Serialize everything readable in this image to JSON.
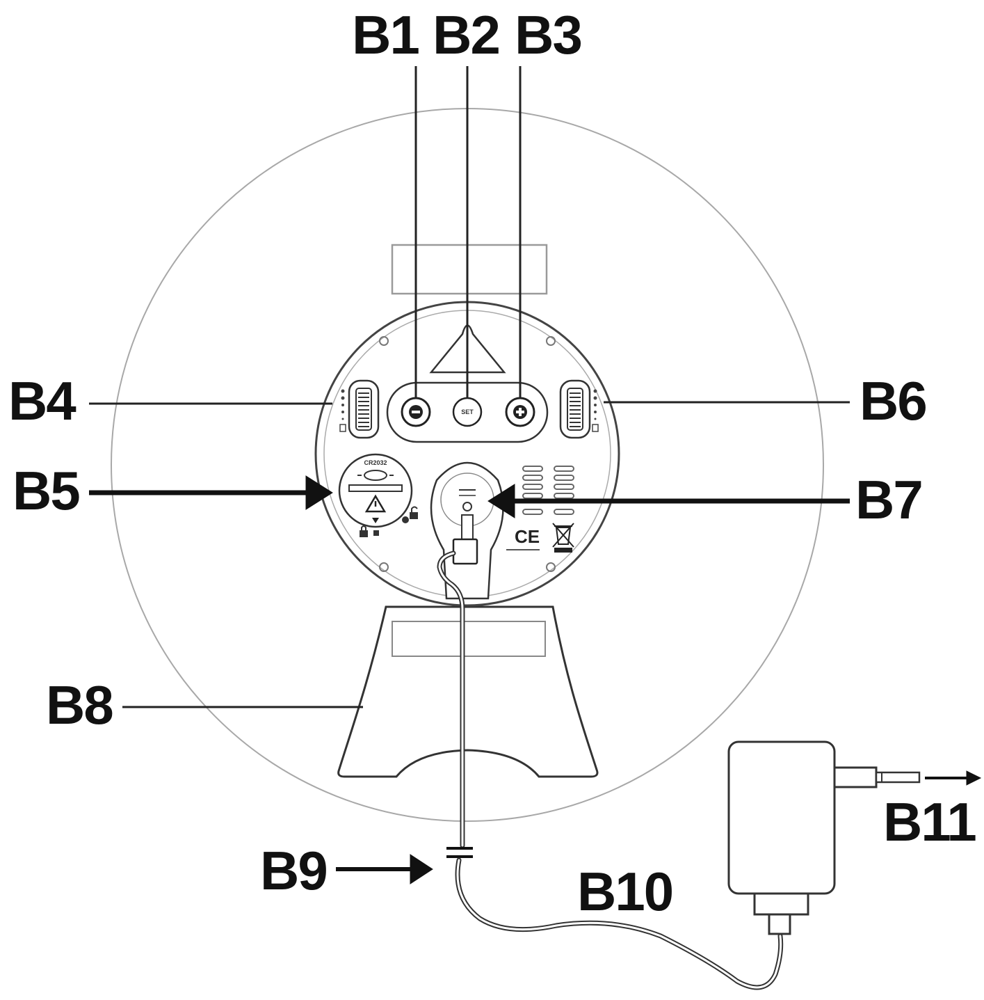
{
  "labels": {
    "b1": "B1",
    "b2": "B2",
    "b3": "B3",
    "b4": "B4",
    "b5": "B5",
    "b6": "B6",
    "b7": "B7",
    "b8": "B8",
    "b9": "B9",
    "b10": "B10",
    "b11": "B11"
  },
  "device": {
    "set_button": "SET",
    "battery_cover": "CR2032",
    "ce_mark": "CE"
  },
  "colors": {
    "line": "#222222",
    "light_outline": "#9a9a9a"
  }
}
